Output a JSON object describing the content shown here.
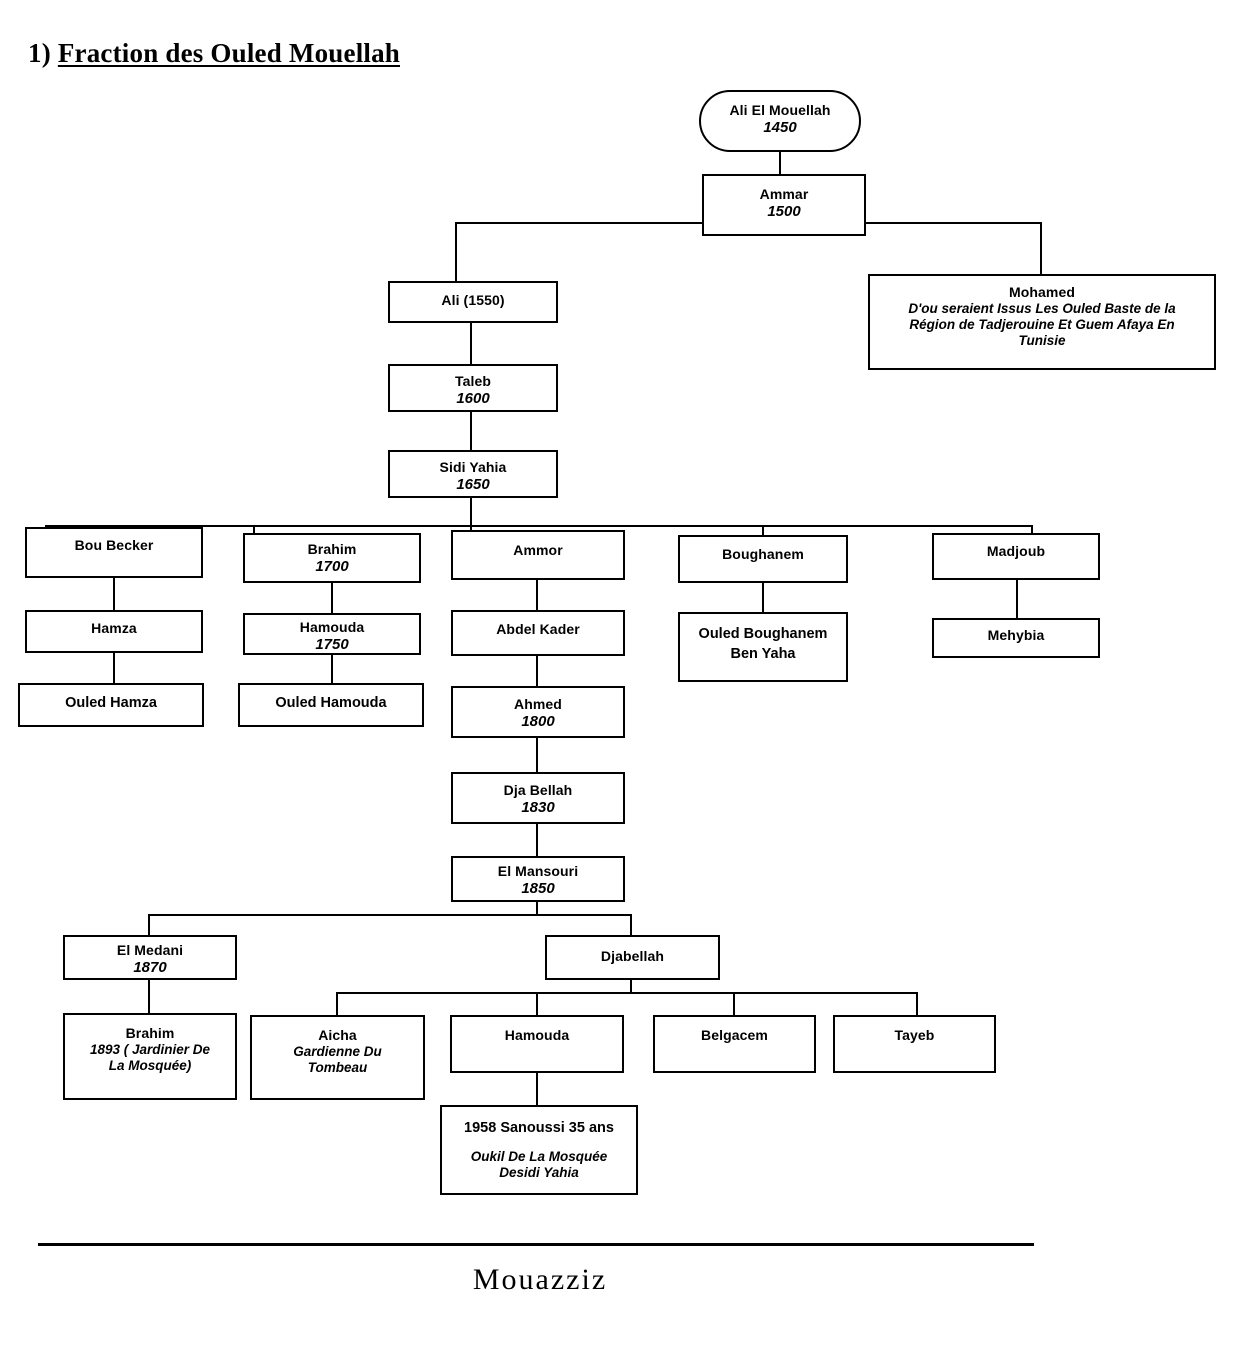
{
  "document": {
    "title_number": "1)",
    "title_text": "Fraction des Ouled Mouellah",
    "footer_label": "Mouazziz"
  },
  "chart_data": {
    "type": "diagram",
    "subtype": "genealogy-tree",
    "title": "1) Fraction des Ouled Mouellah",
    "footer": "Mouazziz"
  },
  "nodes": {
    "ali_el_mouellah": {
      "name": "Ali El Mouellah",
      "year": "1450"
    },
    "ammar": {
      "name": "Ammar",
      "year": "1500"
    },
    "ali_1550": {
      "name": "Ali (1550)"
    },
    "mohamed": {
      "name": "Mohamed",
      "line1": "D'ou seraient Issus Les Ouled Baste de la",
      "line2": "Région de Tadjerouine Et Guem Afaya En",
      "line3": "Tunisie"
    },
    "taleb": {
      "name": "Taleb",
      "year": "1600"
    },
    "sidi_yahia": {
      "name": "Sidi Yahia",
      "year": "1650"
    },
    "bou_becker": {
      "name": "Bou Becker"
    },
    "hamza": {
      "name": "Hamza"
    },
    "ouled_hamza": {
      "name": "Ouled Hamza"
    },
    "brahim_1700": {
      "name": "Brahim",
      "year": "1700"
    },
    "hamouda_1750": {
      "name": "Hamouda",
      "year": "1750"
    },
    "ouled_hamouda": {
      "name": "Ouled Hamouda"
    },
    "ammor": {
      "name": "Ammor"
    },
    "abdel_kader": {
      "name": "Abdel Kader"
    },
    "ahmed": {
      "name": "Ahmed",
      "year": "1800"
    },
    "dja_bellah": {
      "name": "Dja Bellah",
      "year": "1830"
    },
    "el_mansouri": {
      "name": "El Mansouri",
      "year": "1850"
    },
    "boughanem": {
      "name": "Boughanem"
    },
    "ouled_boughanem": {
      "line1": "Ouled Boughanem",
      "line2": "Ben Yaha"
    },
    "madjoub": {
      "name": "Madjoub"
    },
    "mehybia": {
      "name": "Mehybia"
    },
    "el_medani": {
      "name": "El Medani",
      "year": "1870"
    },
    "djabellah": {
      "name": "Djabellah"
    },
    "brahim_1893": {
      "name": "Brahim",
      "line1": "1893 ( Jardinier De",
      "line2": "La Mosquée)"
    },
    "aicha": {
      "name": "Aicha",
      "line1": "Gardienne Du",
      "line2": "Tombeau"
    },
    "hamouda": {
      "name": "Hamouda"
    },
    "belgacem": {
      "name": "Belgacem"
    },
    "tayeb": {
      "name": "Tayeb"
    },
    "sanoussi": {
      "line1": "1958 Sanoussi  35 ans",
      "line2": "Oukil De La Mosquée",
      "line3": "Desidi Yahia"
    }
  }
}
